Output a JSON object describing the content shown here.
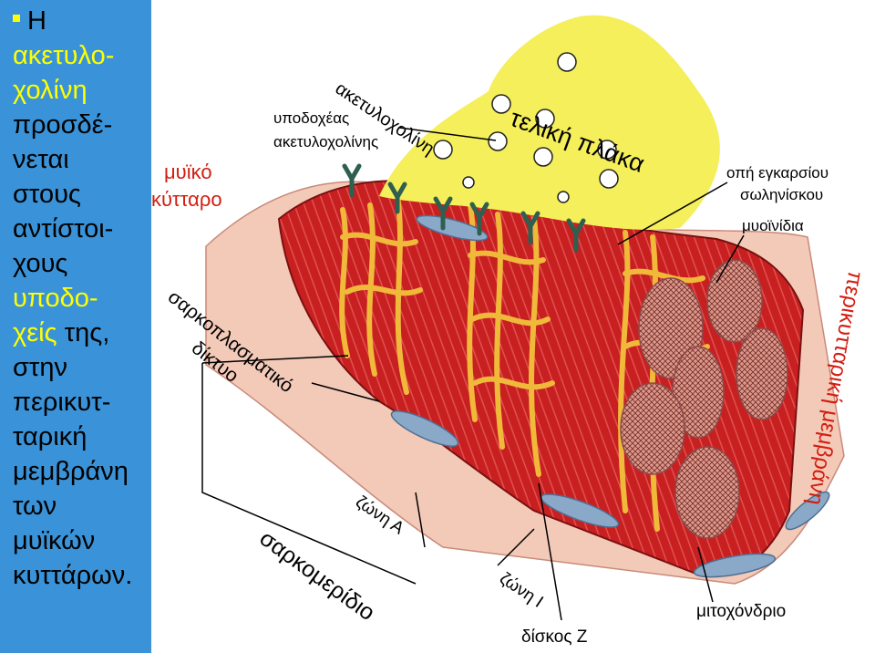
{
  "sidebar": {
    "lines": [
      {
        "text": "Η",
        "style": "plain",
        "bullet": true
      },
      {
        "text": "ακετυλο-",
        "style": "hl"
      },
      {
        "text": "χολίνη",
        "style": "hl"
      },
      {
        "text": "προσδέ-",
        "style": "plain"
      },
      {
        "text": "νεται",
        "style": "plain"
      },
      {
        "text": "στους",
        "style": "plain"
      },
      {
        "text": "αντίστοι-",
        "style": "plain"
      },
      {
        "text": "χους",
        "style": "plain"
      },
      {
        "text": "υποδο-",
        "style": "hl"
      },
      {
        "text": "χείς",
        "style": "hl",
        "suffix": " της,"
      },
      {
        "text": "στην",
        "style": "plain"
      },
      {
        "text": "περικυτ-",
        "style": "plain"
      },
      {
        "text": "ταρική",
        "style": "plain"
      },
      {
        "text": "μεμβράνη",
        "style": "plain"
      },
      {
        "text": "των",
        "style": "plain"
      },
      {
        "text": "μυϊκών",
        "style": "plain"
      },
      {
        "text": "κυττάρων.",
        "style": "plain"
      }
    ]
  },
  "diagram": {
    "labels": {
      "acetylcholine": "ακετυλοχολίνη",
      "end_plate": "τελική πλάκα",
      "receptor_line1": "υποδοχέας",
      "receptor_line2": "ακετυλοχολίνης",
      "muscle_cell_line1": "μυϊκό",
      "muscle_cell_line2": "κύτταρο",
      "transverse_tubule_line1": "οπή εγκαρσίου",
      "transverse_tubule_line2": "σωληνίσκου",
      "myofibrils": "μυοϊνίδια",
      "sarcolemma": "περικυτταρική μεμβράνη",
      "sarcoplasmic_reticulum_line1": "σαρκοπλασματικό",
      "sarcoplasmic_reticulum_line2": "δίκτυο",
      "a_band": "ζώνη Α",
      "i_band": "ζώνη Ι",
      "sarcomere": "σαρκομερίδιο",
      "z_disc": "δίσκος Ζ",
      "mitochondrion": "μιτοχόνδριο"
    },
    "colors": {
      "panel": "#3a93d8",
      "highlight": "#ffff00",
      "end_plate": "#f4ef5a",
      "reticulum": "#f0b93a",
      "fiber_red": "#c81f1f",
      "label_red": "#d21e10",
      "mitochondria": "#8aa9c9",
      "receptor": "#2f5f4f"
    }
  }
}
